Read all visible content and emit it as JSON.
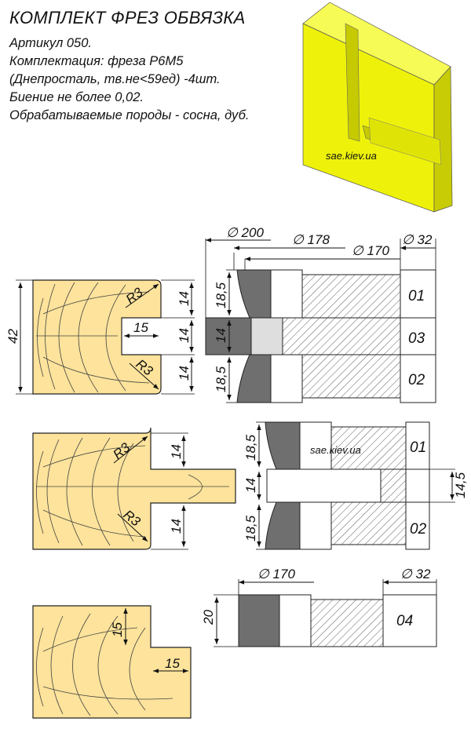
{
  "header": {
    "title": "КОМПЛЕКТ ФРЕЗ ОБВЯЗКА",
    "specs": [
      "Артикул 050.",
      "Комплектация: фреза Р6М5",
      "(Днепросталь, тв.не<59ед) -4шт.",
      "Биение не более 0,02.",
      "Обрабатываемые породы - сосна, дуб."
    ]
  },
  "watermark": "sae.kiev.ua",
  "colors": {
    "wood": "#fde39b",
    "render_yellow": "#eef20a",
    "steel_dark": "#6f6f6f",
    "steel_light": "#dedede"
  },
  "section1": {
    "profile_dims": {
      "height": "42",
      "rad_top": "R3",
      "rad_bottom": "R3",
      "tenon": "15",
      "top": "14",
      "mid": "14",
      "bottom": "14"
    },
    "cutter_dims": {
      "d200": "∅ 200",
      "d178": "∅ 178",
      "d170": "∅ 170",
      "d32": "∅ 32",
      "top": "18,5",
      "mid": "14",
      "bottom": "18,5"
    },
    "labels": [
      "01",
      "03",
      "02"
    ]
  },
  "section2": {
    "profile_dims": {
      "rad_top": "R3",
      "rad_bottom": "R3",
      "top": "14",
      "bottom": "14"
    },
    "cutter_dims": {
      "top": "18,5",
      "mid": "14",
      "bottom": "18,5",
      "right": "14,5"
    },
    "labels": [
      "01",
      "02"
    ]
  },
  "section3": {
    "profile_dims": {
      "v": "15",
      "h": "15"
    },
    "cutter_dims": {
      "d170": "∅ 170",
      "d32": "∅ 32",
      "height": "20"
    },
    "labels": [
      "04"
    ]
  }
}
